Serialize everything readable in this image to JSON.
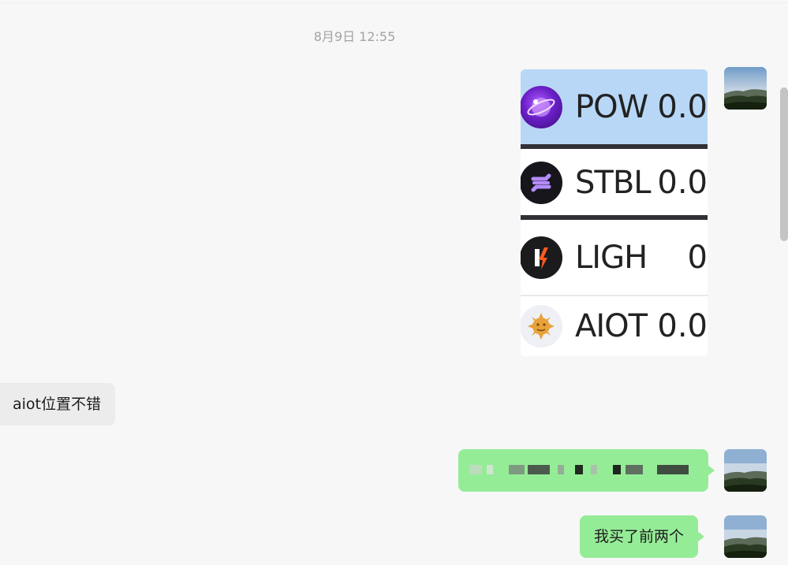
{
  "conversation": {
    "timestamp": "8月9日 12:55",
    "image_message": {
      "rows": [
        {
          "symbol": "POW",
          "value": "0.0",
          "logo": "pow-coin-icon"
        },
        {
          "symbol": "STBL",
          "value": "0.0",
          "logo": "stbl-coin-icon"
        },
        {
          "symbol": "LIGH",
          "value": "0",
          "logo": "ligh-coin-icon"
        },
        {
          "symbol": "AIOT",
          "value": "0.0",
          "logo": "aiot-coin-icon"
        }
      ]
    },
    "incoming_message": "aiot位置不错",
    "outgoing_text_message": "我买了前两个"
  },
  "colors": {
    "background": "#f7f7f8",
    "outgoing_bubble": "#95ec97",
    "incoming_bubble": "#ececed",
    "selected_row": "#b8d7f6",
    "timestamp": "#a3a3a3"
  }
}
